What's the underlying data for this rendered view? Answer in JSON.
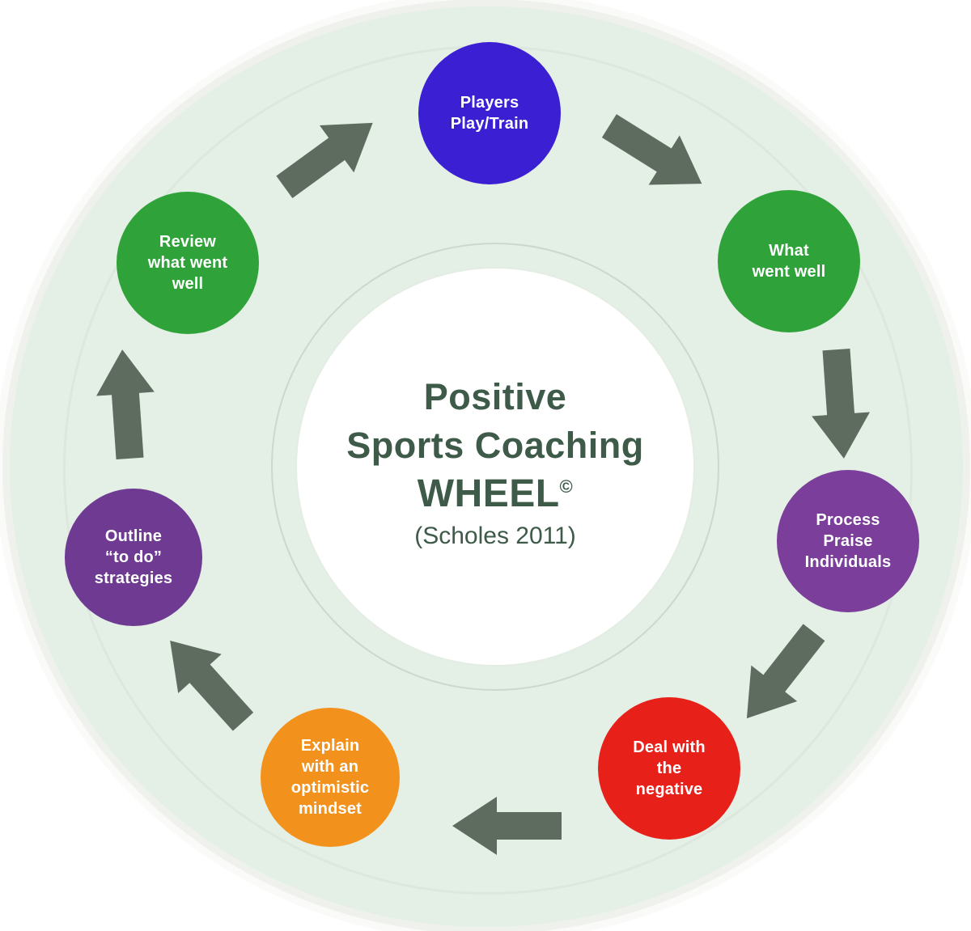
{
  "center": {
    "line1": "Positive",
    "line2": "Sports Coaching",
    "line3": "WHEEL",
    "copyright": "©",
    "attribution": "(Scholes 2011)"
  },
  "colors": {
    "wheel_ring": "#e4efe6",
    "hub_background": "#ffffff",
    "title_text": "#3e5a49",
    "arrow": "#5e6b5f",
    "node_text": "#ffffff"
  },
  "nodes": [
    {
      "id": "players-play-train",
      "label": "Players\nPlay/Train",
      "color": "#3b1fd2"
    },
    {
      "id": "what-went-well",
      "label": "What\nwent well",
      "color": "#2fa33a"
    },
    {
      "id": "process-praise-individuals",
      "label": "Process\nPraise\nIndividuals",
      "color": "#7b3f9b"
    },
    {
      "id": "deal-with-the-negative",
      "label": "Deal with\nthe\nnegative",
      "color": "#e8201a"
    },
    {
      "id": "explain-optimistic-mindset",
      "label": "Explain\nwith an\noptimistic\nmindset",
      "color": "#f2921d"
    },
    {
      "id": "outline-to-do-strategies",
      "label": "Outline\n“to do”\nstrategies",
      "color": "#6f3a92"
    },
    {
      "id": "review-what-went-well",
      "label": "Review\nwhat went\nwell",
      "color": "#2fa33a"
    }
  ],
  "arrows": [
    {
      "id": "arrow-review-to-players",
      "from": "review-what-went-well",
      "to": "players-play-train"
    },
    {
      "id": "arrow-players-to-what",
      "from": "players-play-train",
      "to": "what-went-well"
    },
    {
      "id": "arrow-what-to-process",
      "from": "what-went-well",
      "to": "process-praise-individuals"
    },
    {
      "id": "arrow-process-to-deal",
      "from": "process-praise-individuals",
      "to": "deal-with-the-negative"
    },
    {
      "id": "arrow-deal-to-explain",
      "from": "deal-with-the-negative",
      "to": "explain-optimistic-mindset"
    },
    {
      "id": "arrow-explain-to-outline",
      "from": "explain-optimistic-mindset",
      "to": "outline-to-do-strategies"
    },
    {
      "id": "arrow-outline-to-review",
      "from": "outline-to-do-strategies",
      "to": "review-what-went-well"
    }
  ]
}
